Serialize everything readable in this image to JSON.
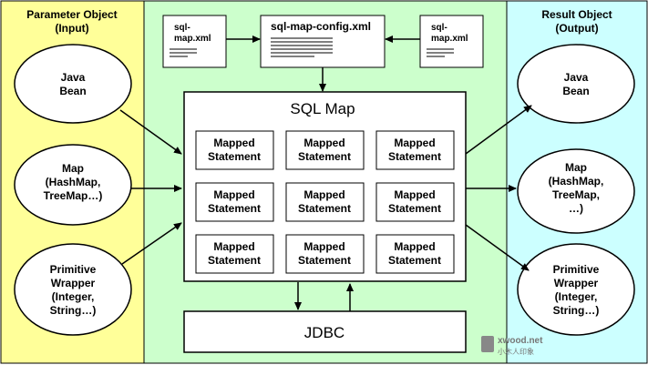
{
  "left_panel": {
    "title_line1": "Parameter Object",
    "title_line2": "(Input)",
    "items": [
      {
        "lines": [
          "Java",
          "Bean"
        ]
      },
      {
        "lines": [
          "Map",
          "(HashMap,",
          "TreeMap…)"
        ]
      },
      {
        "lines": [
          "Primitive",
          "Wrapper",
          "(Integer,",
          "String…)"
        ]
      }
    ]
  },
  "right_panel": {
    "title_line1": "Result Object",
    "title_line2": "(Output)",
    "items": [
      {
        "lines": [
          "Java",
          "Bean"
        ]
      },
      {
        "lines": [
          "Map",
          "(HashMap,",
          "TreeMap,",
          "…)"
        ]
      },
      {
        "lines": [
          "Primitive",
          "Wrapper",
          "(Integer,",
          "String…)"
        ]
      }
    ]
  },
  "config_files": {
    "left_doc": [
      "sql-",
      "map.xml"
    ],
    "center_doc": "sql-map-config.xml",
    "right_doc": [
      "sql-",
      "map.xml"
    ]
  },
  "sql_map": {
    "title": "SQL Map",
    "statements": [
      [
        "Mapped",
        "Statement"
      ],
      [
        "Mapped",
        "Statement"
      ],
      [
        "Mapped",
        "Statement"
      ],
      [
        "Mapped",
        "Statement"
      ],
      [
        "Mapped",
        "Statement"
      ],
      [
        "Mapped",
        "Statement"
      ],
      [
        "Mapped",
        "Statement"
      ],
      [
        "Mapped",
        "Statement"
      ],
      [
        "Mapped",
        "Statement"
      ]
    ]
  },
  "jdbc": {
    "label": "JDBC"
  },
  "watermark": {
    "text_line1": "xwood.net",
    "text_line2": "小木人印象"
  },
  "colors": {
    "left_bg": "#ffff99",
    "center_bg": "#ccffcc",
    "right_bg": "#ccffff",
    "stroke": "#000000",
    "box_fill": "#ffffff"
  }
}
